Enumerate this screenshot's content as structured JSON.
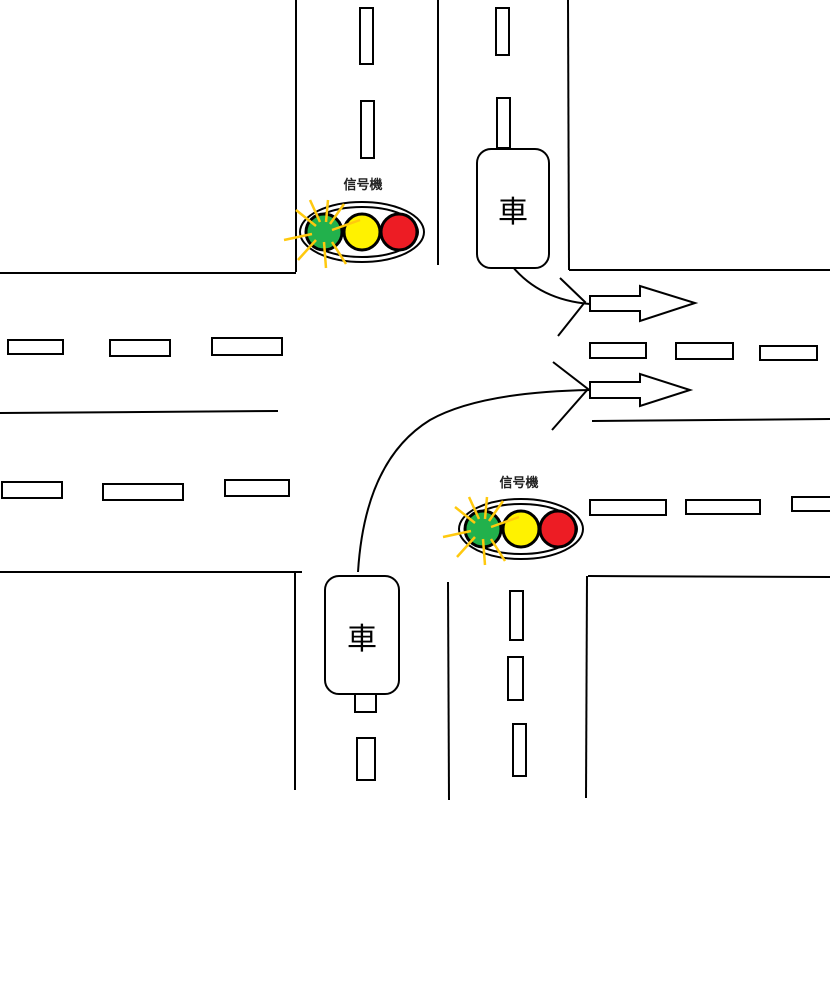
{
  "traffic_lights": [
    {
      "label": "信号機",
      "active": "green"
    },
    {
      "label": "信号機",
      "active": "green"
    }
  ],
  "cars": [
    {
      "label": "車"
    },
    {
      "label": "車"
    }
  ],
  "colors": {
    "green": "#22b14c",
    "yellow": "#fff200",
    "red": "#ed1c24",
    "glow": "#ffc90e"
  }
}
